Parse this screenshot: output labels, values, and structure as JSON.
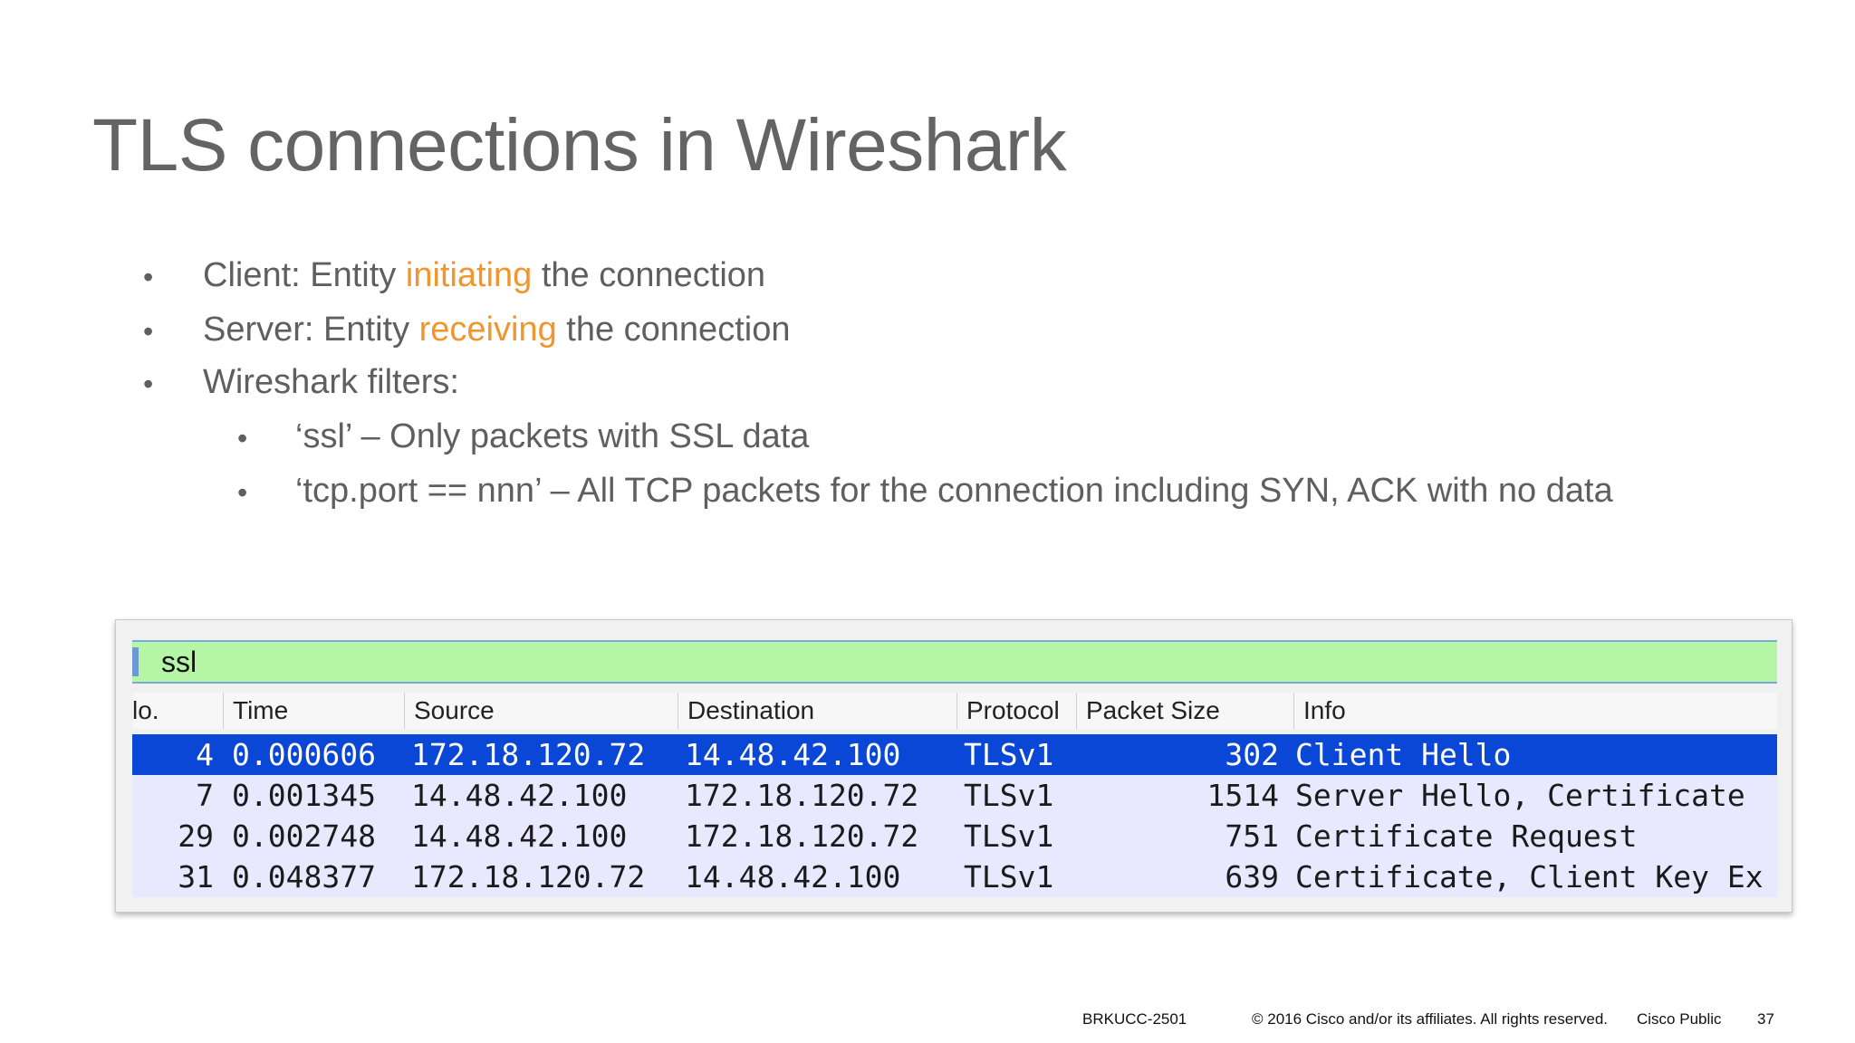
{
  "slide": {
    "title": "TLS connections in Wireshark",
    "bullets": [
      {
        "before": "Client: Entity ",
        "highlight": "initiating",
        "after": " the connection"
      },
      {
        "before": "Server: Entity ",
        "highlight": "receiving",
        "after": " the connection"
      },
      {
        "text": "Wireshark filters:"
      }
    ],
    "sub_bullets": [
      {
        "text": "‘ssl’ – Only packets with SSL data"
      },
      {
        "text": "‘tcp.port == nnn’ – All TCP packets for the connection including SYN, ACK with no data"
      }
    ],
    "bullet_glyph": "•",
    "highlight_color": "#f0962d"
  },
  "wireshark": {
    "filter": {
      "value": "ssl"
    },
    "columns": {
      "no": "lo.",
      "time": "Time",
      "source": "Source",
      "destination": "Destination",
      "protocol": "Protocol",
      "size": "Packet Size",
      "info": "Info"
    },
    "packets": [
      {
        "no": "4",
        "time": "0.000606",
        "source": "172.18.120.72",
        "destination": "14.48.42.100",
        "protocol": "TLSv1",
        "size": "302",
        "info": "Client Hello",
        "selected": true
      },
      {
        "no": "7",
        "time": "0.001345",
        "source": "14.48.42.100",
        "destination": "172.18.120.72",
        "protocol": "TLSv1",
        "size": "1514",
        "info": "Server Hello, Certificate",
        "selected": false
      },
      {
        "no": "29",
        "time": "0.002748",
        "source": "14.48.42.100",
        "destination": "172.18.120.72",
        "protocol": "TLSv1",
        "size": "751",
        "info": "Certificate Request",
        "selected": false
      },
      {
        "no": "31",
        "time": "0.048377",
        "source": "172.18.120.72",
        "destination": "14.48.42.100",
        "protocol": "TLSv1",
        "size": "639",
        "info": "Certificate, Client Key Ex",
        "selected": false
      }
    ],
    "colors": {
      "filter_valid": "#b4f5a6",
      "selected_row": "#0a47d6",
      "row_bg": "#e8e8ff"
    }
  },
  "footer": {
    "session": "BRKUCC-2501",
    "copyright": "© 2016  Cisco and/or its affiliates. All rights reserved.",
    "classification": "Cisco Public",
    "page": "37"
  }
}
